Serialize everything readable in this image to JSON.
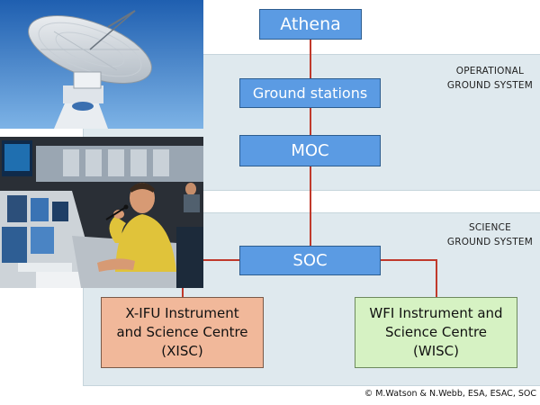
{
  "diagram": {
    "nodes": {
      "athena": "Athena",
      "ground_stations": "Ground stations",
      "moc": "MOC",
      "soc": "SOC",
      "xifu": [
        "X-IFU Instrument",
        "and Science Centre",
        "(XISC)"
      ],
      "wfi": [
        "WFI Instrument and",
        "Science Centre",
        "(WISC)"
      ]
    },
    "panels": {
      "operational": [
        "OPERATIONAL",
        "GROUND SYSTEM"
      ],
      "science": [
        "SCIENCE",
        "GROUND SYSTEM"
      ]
    },
    "edges": [
      [
        "athena",
        "ground_stations"
      ],
      [
        "ground_stations",
        "moc"
      ],
      [
        "moc",
        "soc"
      ],
      [
        "soc",
        "xifu"
      ],
      [
        "soc",
        "wfi"
      ]
    ],
    "colors": {
      "node_blue": "#5b9be3",
      "xisc_fill": "#f1b89a",
      "wisc_fill": "#d6f2c3",
      "panel_fill": "#dfe9ee",
      "connector": "#c0392b"
    }
  },
  "photos": {
    "top": "ground-station-antenna",
    "bottom": "mission-control-room-operator"
  },
  "credit": "© M.Watson & N.Webb, ESA, ESAC, SOC"
}
